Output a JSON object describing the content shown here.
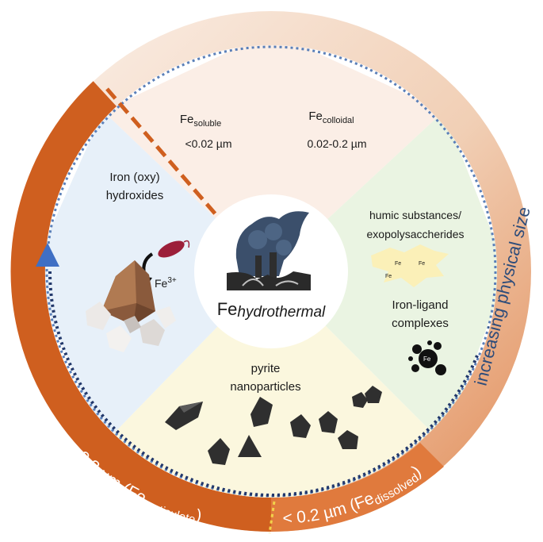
{
  "center": {
    "prefix": "Fe",
    "subscript": "hydrothermal"
  },
  "size_classes": {
    "soluble": {
      "name": "Fe",
      "subscript": "soluble",
      "range": "<0.02 µm"
    },
    "colloidal": {
      "name": "Fe",
      "subscript": "colloidal",
      "range": "0.02-0.2 µm"
    }
  },
  "sectors": {
    "iron_oxy": {
      "line1": "Iron (oxy)",
      "line2": "hydroxides",
      "ion": "Fe",
      "ion_sup": "3+"
    },
    "humic": {
      "line1": "humic substances/",
      "line2": "exopolysaccherides",
      "fe_label": "Fe"
    },
    "ligand": {
      "line1": "Iron-ligand",
      "line2": "complexes",
      "fe_label": "Fe"
    },
    "pyrite": {
      "line1": "pyrite",
      "line2": "nanoparticles"
    }
  },
  "ring": {
    "particulate": {
      "prefix": "> 0.2 µm (Fe",
      "subscript": "particulate",
      "suffix": ")"
    },
    "dissolved": {
      "prefix": "< 0.2 µm (Fe",
      "subscript": "dissolved",
      "suffix": ")"
    },
    "size_axis": "increasing physical size"
  },
  "colors": {
    "ring_orange": "#cf5f1f",
    "ring_light": "#f5e7dc",
    "dotted_blue": "#5a7fb8",
    "dotted_navy": "#22386b",
    "arrow_blue": "#3f6fc4"
  }
}
